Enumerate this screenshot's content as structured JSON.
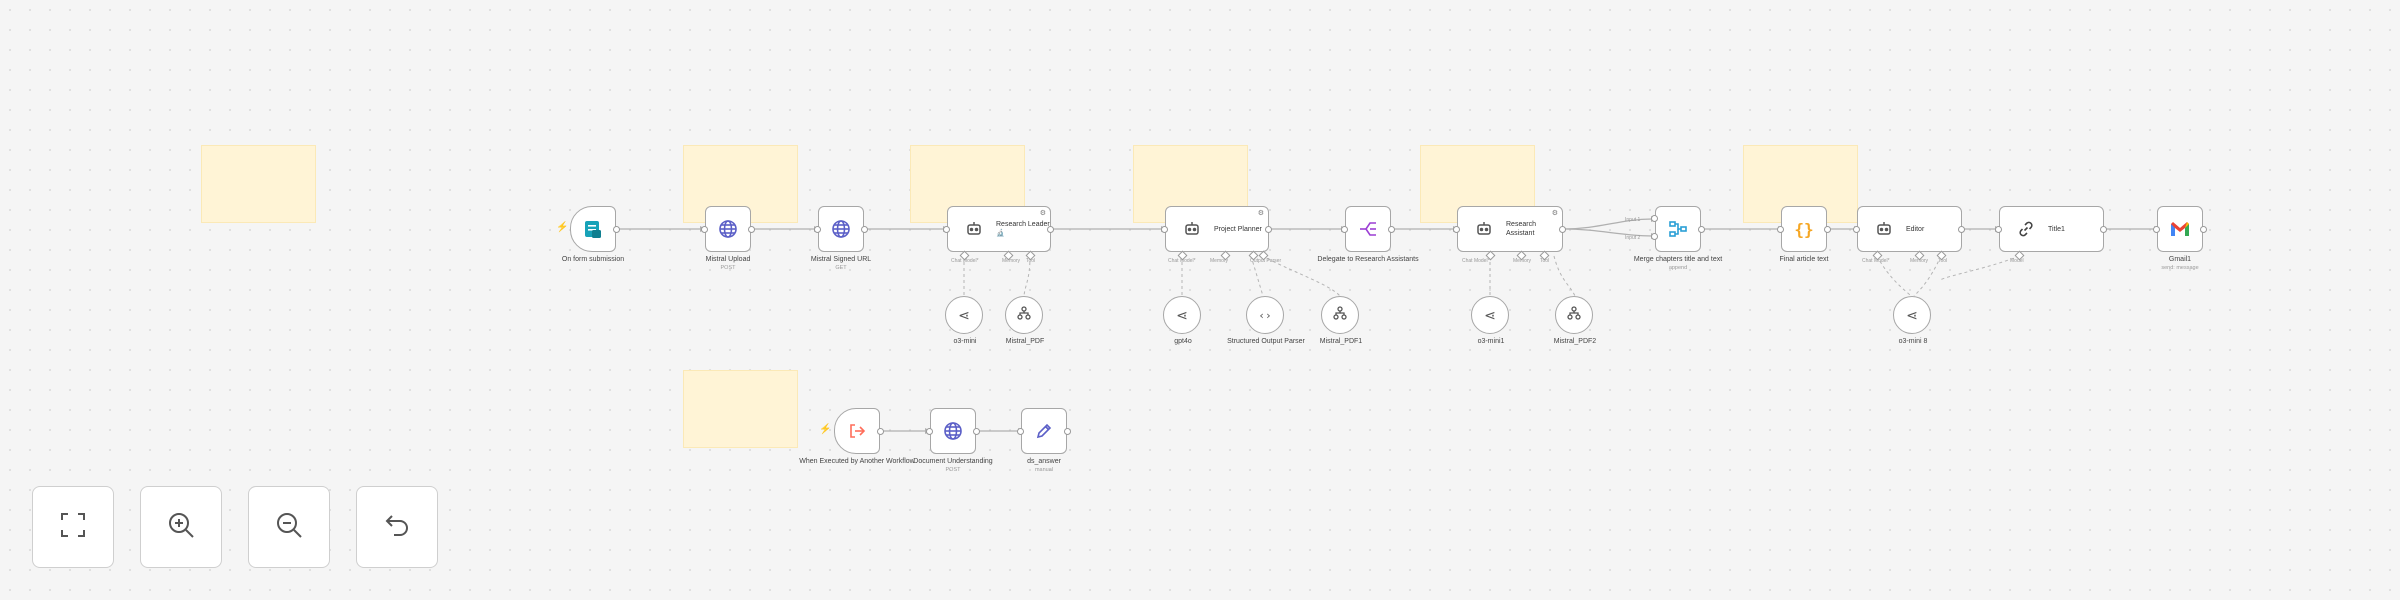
{
  "workflow": {
    "nodes": {
      "form_trigger": {
        "label": "On form submission",
        "icon": "form-icon"
      },
      "mistral_upload": {
        "label": "Mistral Upload",
        "sub": "POST"
      },
      "mistral_signed_url": {
        "label": "Mistral Signed URL",
        "sub": "GET"
      },
      "research_leader": {
        "title": "Research Leader",
        "title2": "🔬",
        "icon": "robot-icon"
      },
      "project_planner": {
        "title": "Project Planner",
        "icon": "robot-icon"
      },
      "delegate": {
        "label": "Delegate to Research Assistants",
        "icon": "split-icon"
      },
      "research_assistant": {
        "title": "Research",
        "title2": "Assistant",
        "icon": "robot-icon"
      },
      "merge": {
        "label": "Merge chapters title and text",
        "sub": "append",
        "icon": "merge-icon"
      },
      "final_article": {
        "label": "Final article text",
        "icon": "braces-icon"
      },
      "editor": {
        "title": "Editor",
        "icon": "robot-icon"
      },
      "title_node": {
        "title": "Title1",
        "icon": "link-icon"
      },
      "gmail": {
        "label": "Gmail1",
        "sub": "send: message",
        "icon": "gmail-icon"
      },
      "exec_trigger": {
        "label": "When Executed by Another Workflow",
        "icon": "enter-icon"
      },
      "doc_understanding": {
        "label": "Document Understanding",
        "sub": "POST"
      },
      "ds_answer": {
        "label": "ds_answer",
        "sub": "manual"
      }
    },
    "subnodes": {
      "m1": {
        "label": "o3-mini"
      },
      "t1": {
        "label": "Mistral_PDF"
      },
      "m2": {
        "label": "gpt4o"
      },
      "parser": {
        "label": "Structured Output Parser"
      },
      "t2": {
        "label": "Mistral_PDF1"
      },
      "m3": {
        "label": "o3-mini1"
      },
      "t3": {
        "label": "Mistral_PDF2"
      },
      "m4": {
        "label": "o3-mini 8"
      }
    },
    "port_labels": {
      "chat_model": "Chat Model*",
      "model": "Model",
      "memory": "Memory",
      "tool": "Tool",
      "output_parser": "Output Parser"
    },
    "connection_labels": {
      "merge_in1": "Input 1",
      "merge_in2": "Input 2"
    }
  },
  "controls": {
    "fit": {
      "icon": "fit-view-icon"
    },
    "zoom_in": {
      "icon": "zoom-in-icon"
    },
    "zoom_out": {
      "icon": "zoom-out-icon"
    },
    "undo": {
      "icon": "undo-icon"
    }
  },
  "colors": {
    "sticky": "#fff4d6",
    "edge": "#a7a7a7",
    "trigger_bolt": "#ff6d5a",
    "http_icon": "#5b5fc7",
    "form_icon": "#17a2b8",
    "code_icon": "#f5a623"
  }
}
